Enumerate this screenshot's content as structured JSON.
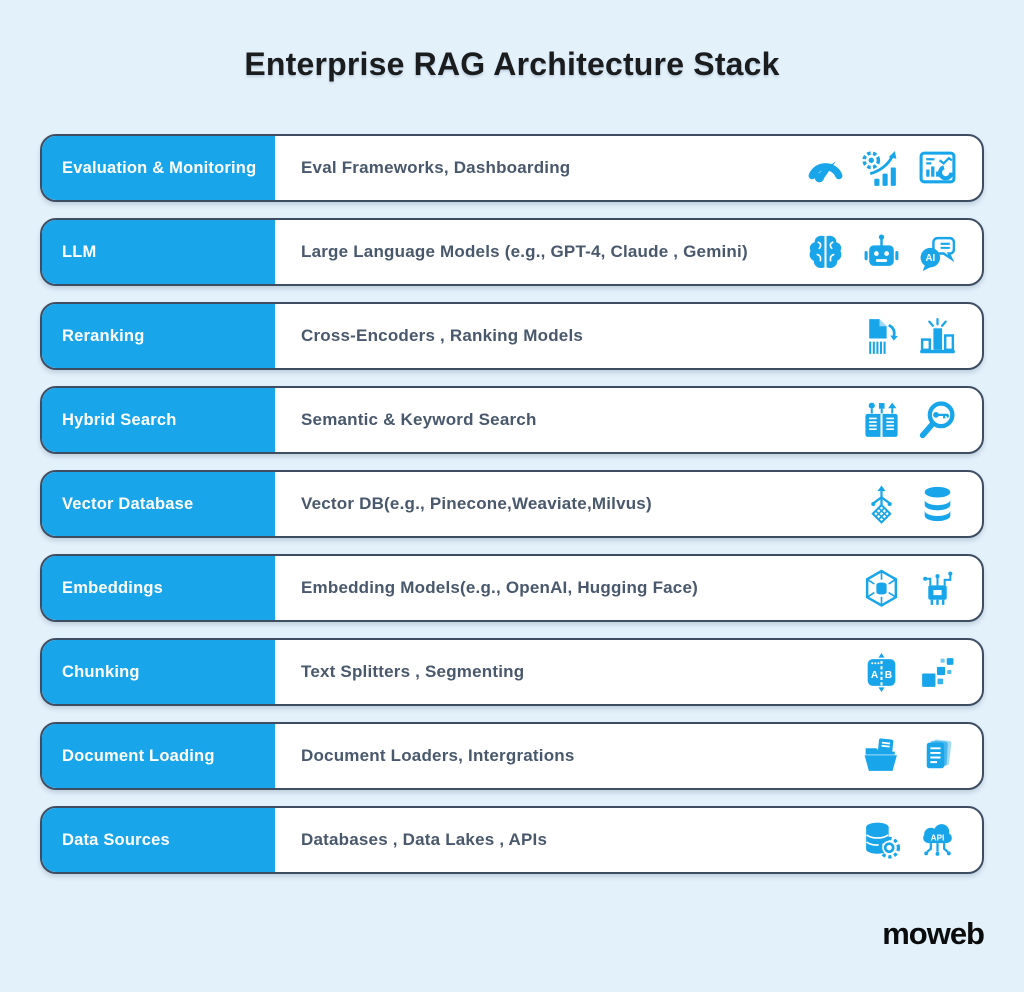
{
  "title": "Enterprise RAG Architecture Stack",
  "colors": {
    "accent": "#18A5E9",
    "page_background": "#E3F1FB",
    "card_border": "#3E4D61",
    "description_text": "#49586C",
    "title_text": "#1B1C1E",
    "logo_text": "#0B0C0D"
  },
  "rows": [
    {
      "label": "Evaluation & Monitoring",
      "description": "Eval Frameworks, Dashboarding",
      "icons": [
        "gauge-icon",
        "growth-gear-icon",
        "dashboard-icon"
      ]
    },
    {
      "label": "LLM",
      "description": "Large Language Models (e.g., GPT-4, Claude , Gemini)",
      "icons": [
        "brain-icon",
        "robot-icon",
        "ai-chat-icon"
      ]
    },
    {
      "label": "Reranking",
      "description": "Cross-Encoders , Ranking Models",
      "icons": [
        "document-reorder-icon",
        "ranking-podium-icon"
      ]
    },
    {
      "label": "Hybrid Search",
      "description": "Semantic & Keyword Search",
      "icons": [
        "open-book-icon",
        "key-search-icon"
      ]
    },
    {
      "label": "Vector Database",
      "description": "Vector DB(e.g., Pinecone,Weaviate,Milvus)",
      "icons": [
        "vector-scatter-icon",
        "database-icon"
      ]
    },
    {
      "label": "Embeddings",
      "description": "Embedding Models(e.g., OpenAI, Hugging Face)",
      "icons": [
        "embedding-cube-icon",
        "chip-icon"
      ]
    },
    {
      "label": "Chunking",
      "description": "Text Splitters , Segmenting",
      "icons": [
        "text-split-icon",
        "fragments-icon"
      ]
    },
    {
      "label": "Document Loading",
      "description": "Document Loaders, Intergrations",
      "icons": [
        "folder-document-icon",
        "document-stack-icon"
      ]
    },
    {
      "label": "Data Sources",
      "description": "Databases , Data Lakes , APIs",
      "icons": [
        "database-gear-icon",
        "api-cloud-icon"
      ]
    }
  ],
  "footer": {
    "logo_text": "moweb"
  }
}
